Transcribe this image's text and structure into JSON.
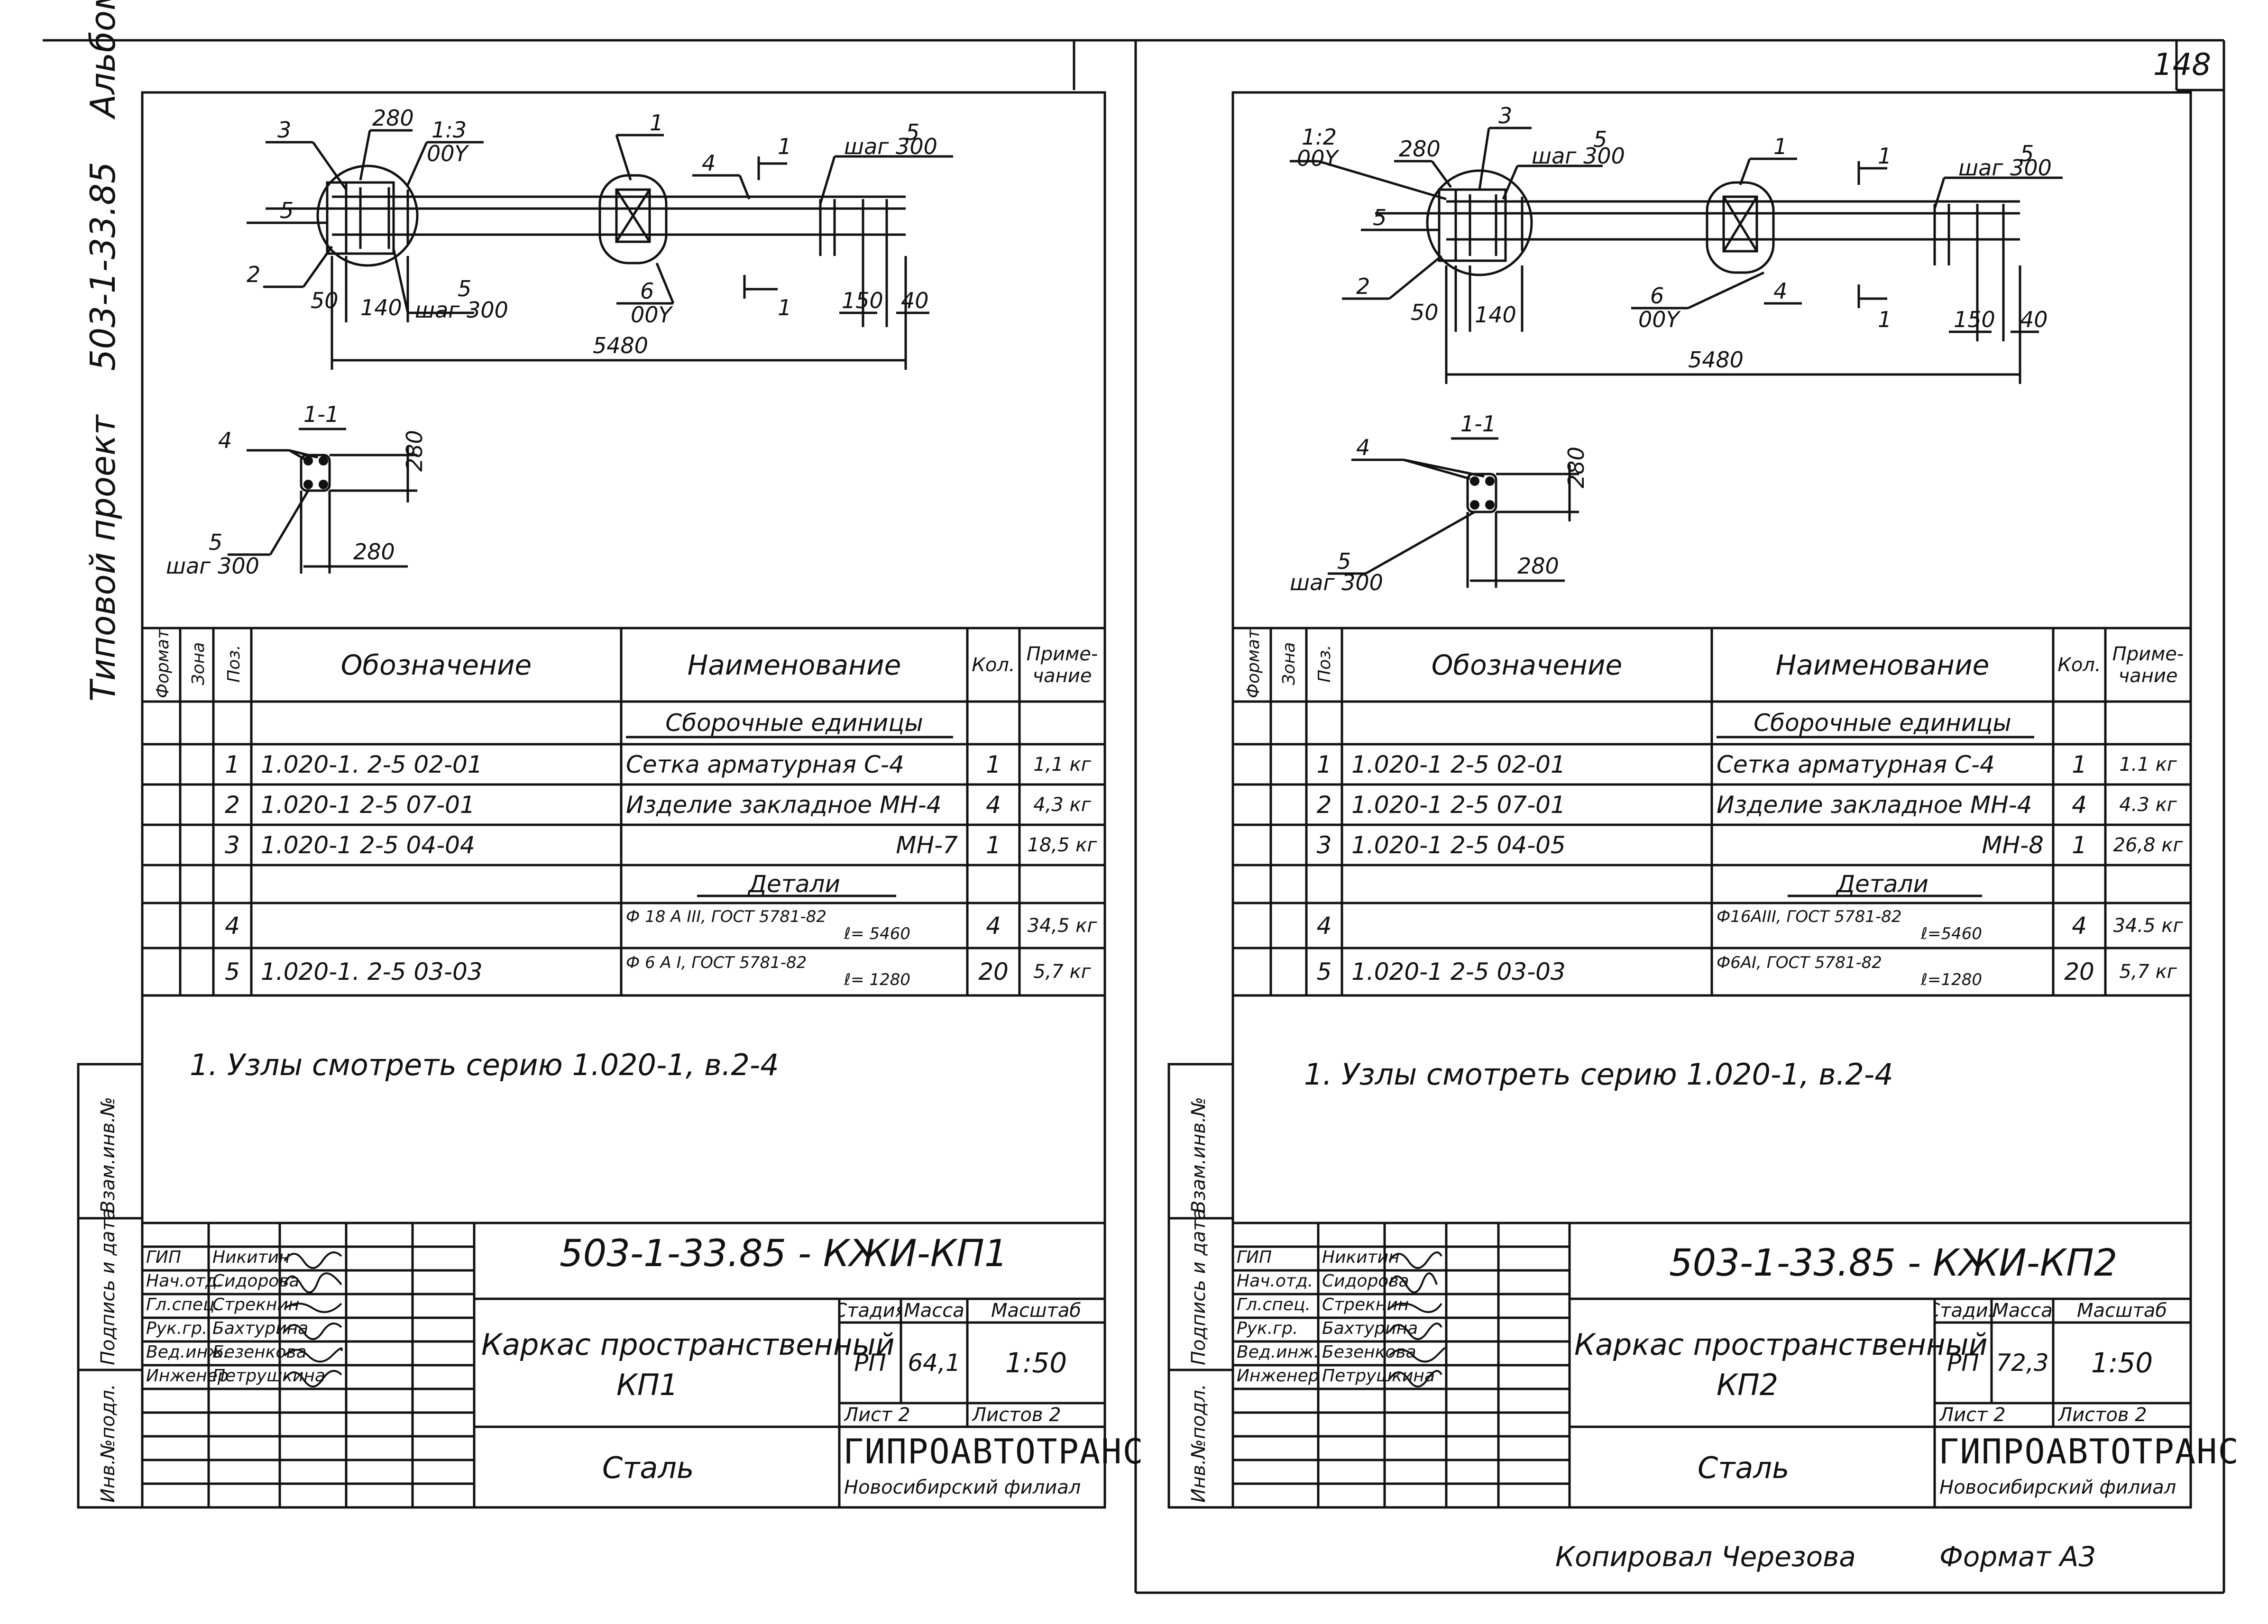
{
  "page_number": "148",
  "side_title": {
    "prefix": "Типовой проект",
    "project": "503-1-33.85",
    "album": "Альбом IV"
  },
  "copied_by": "Копировал Черезова",
  "format": "Формат А3",
  "sheets": [
    {
      "id": "kp1",
      "drawing": {
        "labels": {
          "pos3": "3",
          "dim_280_top": "280",
          "slope": "1:3",
          "slope_sub": "00Y",
          "pos1": "1",
          "pos4": "4",
          "section_mark": "1",
          "pos5_right": "5",
          "step_right": "шаг 300",
          "pos5_left": "5",
          "pos2": "2",
          "dim_50": "50",
          "dim_140": "140",
          "pos5_bottom": "5",
          "step_bottom": "шаг 300",
          "pos6": "6",
          "pos6_sub": "00Y",
          "section_mark_b": "1",
          "dim_150": "150",
          "dim_40": "40",
          "length": "5480",
          "section_title": "1-1",
          "sec_pos4": "4",
          "sec_dim_v": "280",
          "sec_pos5": "5",
          "sec_step": "шаг 300",
          "sec_dim_h": "280"
        }
      },
      "spec": {
        "headers": {
          "format": "Формат",
          "zone": "Зона",
          "pos": "Поз.",
          "designation": "Обозначение",
          "name": "Наименование",
          "qty": "Кол.",
          "note": "Приме-чание"
        },
        "section_assembly": "Сборочные единицы",
        "section_details": "Детали",
        "rows": [
          {
            "pos": "1",
            "designation": "1.020-1. 2-5  02-01",
            "name": "Сетка арматурная С-4",
            "qty": "1",
            "note": "1,1 кг"
          },
          {
            "pos": "2",
            "designation": "1.020-1  2-5  07-01",
            "name": "Изделие закладное МН-4",
            "qty": "4",
            "note": "4,3 кг"
          },
          {
            "pos": "3",
            "designation": "1.020-1  2-5  04-04",
            "name": "МН-7",
            "qty": "1",
            "note": "18,5 кг"
          },
          {
            "pos": "4",
            "designation": "",
            "name": "Ф 18 А III, ГОСТ 5781-82",
            "name2": "ℓ= 5460",
            "qty": "4",
            "note": "34,5 кг"
          },
          {
            "pos": "5",
            "designation": "1.020-1. 2-5  03-03",
            "name": "Ф 6 А I, ГОСТ 5781-82",
            "name2": "ℓ= 1280",
            "qty": "20",
            "note": "5,7 кг"
          }
        ]
      },
      "note": "1. Узлы смотреть серию 1.020-1, в.2-4",
      "titleblock": {
        "code": "503-1-33.85 - КЖИ-КП1",
        "roles": [
          "ГИП",
          "Нач.отд.",
          "Гл.спец.",
          "Рук.гр.",
          "Вед.инж.",
          "Инженер"
        ],
        "persons": [
          "Никитин",
          "Сидорова",
          "Стрекнин",
          "Бахтурина",
          "Безенкова",
          "Петрушкина"
        ],
        "title_line1": "Каркас пространственный",
        "title_line2": "КП1",
        "material": "Сталь",
        "stage_label": "Стадия",
        "mass_label": "Масса",
        "scale_label": "Масштаб",
        "stage": "РП",
        "mass": "64,1",
        "scale": "1:50",
        "sheet_label": "Лист 2",
        "sheets_label": "Листов 2",
        "org": "ГИПРОАВТОТРАНС",
        "branch": "Новосибирский филиал"
      }
    },
    {
      "id": "kp2",
      "drawing": {
        "labels": {
          "slope": "1:2",
          "slope_sub": "00Y",
          "dim_280_top": "280",
          "pos3": "3",
          "pos5_step": "5",
          "step_top": "шаг 300",
          "pos1": "1",
          "section_mark": "1",
          "pos5_right": "5",
          "step_right": "шаг 300",
          "pos5_left": "5",
          "pos2": "2",
          "dim_50": "50",
          "dim_140": "140",
          "pos6": "6",
          "pos6_sub": "00Y",
          "pos4": "4",
          "section_mark_b": "1",
          "dim_150": "150",
          "dim_40": "40",
          "length": "5480",
          "section_title": "1-1",
          "sec_pos4": "4",
          "sec_dim_v": "280",
          "sec_pos5": "5",
          "sec_step": "шаг 300",
          "sec_dim_h": "280"
        }
      },
      "spec": {
        "headers": {
          "format": "Формат",
          "zone": "Зона",
          "pos": "Поз.",
          "designation": "Обозначение",
          "name": "Наименование",
          "qty": "Кол.",
          "note": "Приме-чание"
        },
        "section_assembly": "Сборочные единицы",
        "section_details": "Детали",
        "rows": [
          {
            "pos": "1",
            "designation": "1.020-1  2-5   02-01",
            "name": "Сетка арматурная С-4",
            "qty": "1",
            "note": "1.1 кг"
          },
          {
            "pos": "2",
            "designation": "1.020-1  2-5   07-01",
            "name": "Изделие закладное МН-4",
            "qty": "4",
            "note": "4.3 кг"
          },
          {
            "pos": "3",
            "designation": "1.020-1  2-5   04-05",
            "name": "МН-8",
            "qty": "1",
            "note": "26,8 кг"
          },
          {
            "pos": "4",
            "designation": "",
            "name": "Ф16АIII, ГОСТ 5781-82",
            "name2": "ℓ=5460",
            "qty": "4",
            "note": "34.5 кг"
          },
          {
            "pos": "5",
            "designation": "1.020-1   2-5   03-03",
            "name": "Ф6АI, ГОСТ 5781-82",
            "name2": "ℓ=1280",
            "qty": "20",
            "note": "5,7 кг"
          }
        ]
      },
      "note": "1. Узлы смотреть серию 1.020-1, в.2-4",
      "titleblock": {
        "code": "503-1-33.85 - КЖИ-КП2",
        "roles": [
          "ГИП",
          "Нач.отд.",
          "Гл.спец.",
          "Рук.гр.",
          "Вед.инж.",
          "Инженер"
        ],
        "persons": [
          "Никитин",
          "Сидорова",
          "Стрекнин",
          "Бахтурина",
          "Безенкова",
          "Петрушкина"
        ],
        "title_line1": "Каркас пространственный",
        "title_line2": "КП2",
        "material": "Сталь",
        "stage_label": "Стадия",
        "mass_label": "Масса",
        "scale_label": "Масштаб",
        "stage": "РП",
        "mass": "72,3",
        "scale": "1:50",
        "sheet_label": "Лист 2",
        "sheets_label": "Листов 2",
        "org": "ГИПРОАВТОТРАНС",
        "branch": "Новосибирский филиал"
      }
    }
  ],
  "stamp_column": [
    "Инв.№подл.",
    "Подпись и дата",
    "Взам.инв.№"
  ]
}
